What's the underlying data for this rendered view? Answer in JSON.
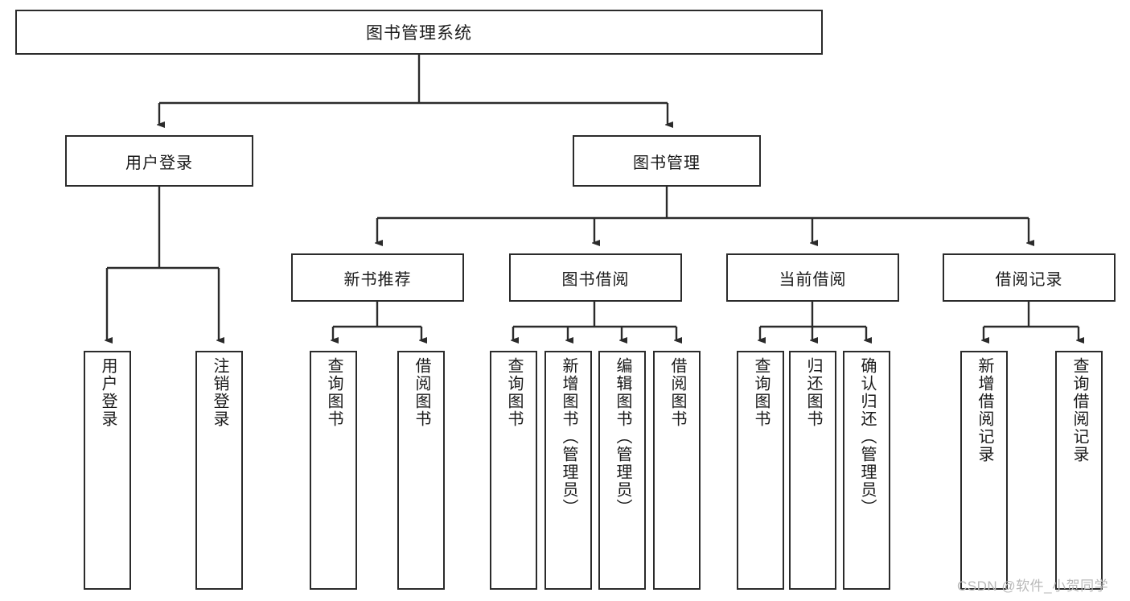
{
  "diagram": {
    "type": "tree",
    "orientation": "top-down",
    "root": {
      "id": "root",
      "label": "图书管理系统"
    },
    "level1": [
      {
        "id": "user-login",
        "label": "用户登录"
      },
      {
        "id": "book-management",
        "label": "图书管理"
      }
    ],
    "level2": [
      {
        "id": "new-book-recommend",
        "label": "新书推荐",
        "parent": "book-management"
      },
      {
        "id": "book-borrow",
        "label": "图书借阅",
        "parent": "book-management"
      },
      {
        "id": "current-borrow",
        "label": "当前借阅",
        "parent": "book-management"
      },
      {
        "id": "borrow-record",
        "label": "借阅记录",
        "parent": "book-management"
      }
    ],
    "leaves": [
      {
        "id": "leaf-user-login",
        "label": "用户登录",
        "parent": "user-login"
      },
      {
        "id": "leaf-logout",
        "label": "注销登录",
        "parent": "user-login"
      },
      {
        "id": "leaf-query-book-1",
        "label": "查询图书",
        "parent": "new-book-recommend"
      },
      {
        "id": "leaf-borrow-book-1",
        "label": "借阅图书",
        "parent": "new-book-recommend"
      },
      {
        "id": "leaf-query-book-2",
        "label": "查询图书",
        "parent": "book-borrow"
      },
      {
        "id": "leaf-add-book",
        "label": "新增图书（管理员）",
        "parent": "book-borrow"
      },
      {
        "id": "leaf-edit-book",
        "label": "编辑图书（管理员）",
        "parent": "book-borrow"
      },
      {
        "id": "leaf-borrow-book-2",
        "label": "借阅图书",
        "parent": "book-borrow"
      },
      {
        "id": "leaf-query-book-3",
        "label": "查询图书",
        "parent": "current-borrow"
      },
      {
        "id": "leaf-return-book",
        "label": "归还图书",
        "parent": "current-borrow"
      },
      {
        "id": "leaf-confirm-return",
        "label": "确认归还（管理员）",
        "parent": "current-borrow"
      },
      {
        "id": "leaf-add-record",
        "label": "新增借阅记录",
        "parent": "borrow-record"
      },
      {
        "id": "leaf-query-record",
        "label": "查询借阅记录",
        "parent": "borrow-record"
      }
    ],
    "colors": {
      "stroke": "#2b2b2b",
      "background": "#ffffff",
      "text": "#1a1a1a",
      "watermark": "#b9b9b9"
    }
  },
  "watermark": {
    "text": "CSDN @软件_小贺同学"
  }
}
